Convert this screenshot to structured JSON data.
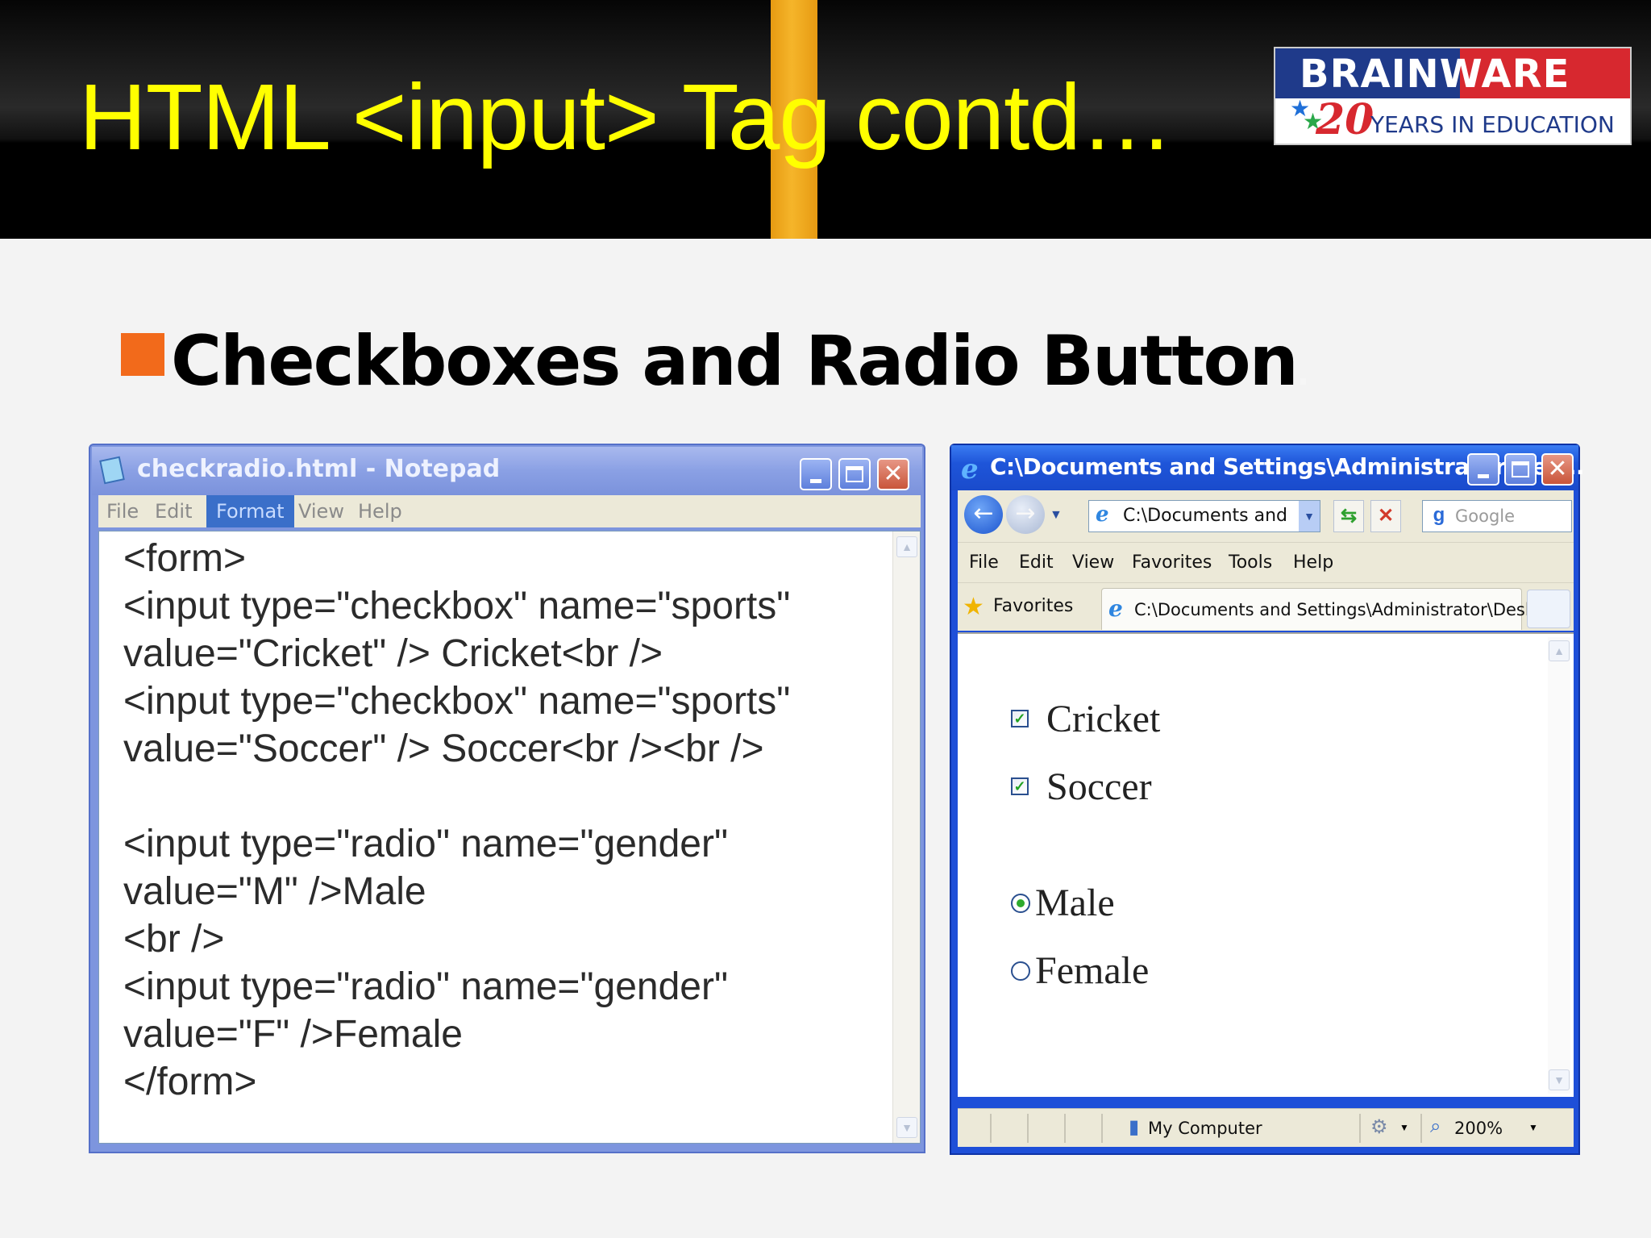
{
  "slide": {
    "title": "HTML <input> Tag contd…",
    "bullet": "Checkboxes and Radio Button",
    "bullet_trailing": ".",
    "logo": {
      "brand": "BRAINWARE",
      "number": "20",
      "tagline": "YEARS IN EDUCATION"
    },
    "colors": {
      "title": "#ffff00",
      "accent_bar": "#f0a820",
      "bullet": "#f26a1b"
    }
  },
  "notepad": {
    "title": "checkradio.html - Notepad",
    "icon": "notepad-icon",
    "menu": [
      "File",
      "Edit",
      "Format",
      "View",
      "Help"
    ],
    "active_menu": "Format",
    "code_lines": [
      "<form>",
      "<input type=\"checkbox\" name=\"sports\"",
      "value=\"Cricket\" /> Cricket<br />",
      "<input type=\"checkbox\" name=\"sports\"",
      "value=\"Soccer\" /> Soccer<br /><br />",
      "",
      "<input type=\"radio\" name=\"gender\"",
      "value=\"M\" />Male",
      "<br />",
      "<input type=\"radio\" name=\"gender\"",
      "value=\"F\" />Female",
      "</form>"
    ]
  },
  "browser": {
    "title": "C:\\Documents and Settings\\Administrator\\Des...",
    "address": "C:\\Documents and Set",
    "search_placeholder": "Google",
    "menu": [
      "File",
      "Edit",
      "View",
      "Favorites",
      "Tools",
      "Help"
    ],
    "favorites_label": "Favorites",
    "tab_title": "C:\\Documents and Settings\\Administrator\\Desk...",
    "form": {
      "checkboxes": [
        {
          "label": "Cricket",
          "checked": true
        },
        {
          "label": "Soccer",
          "checked": true
        }
      ],
      "radios": [
        {
          "label": "Male",
          "selected": true
        },
        {
          "label": "Female",
          "selected": false
        }
      ]
    },
    "status": {
      "zone": "My Computer",
      "zoom": "200%"
    }
  }
}
